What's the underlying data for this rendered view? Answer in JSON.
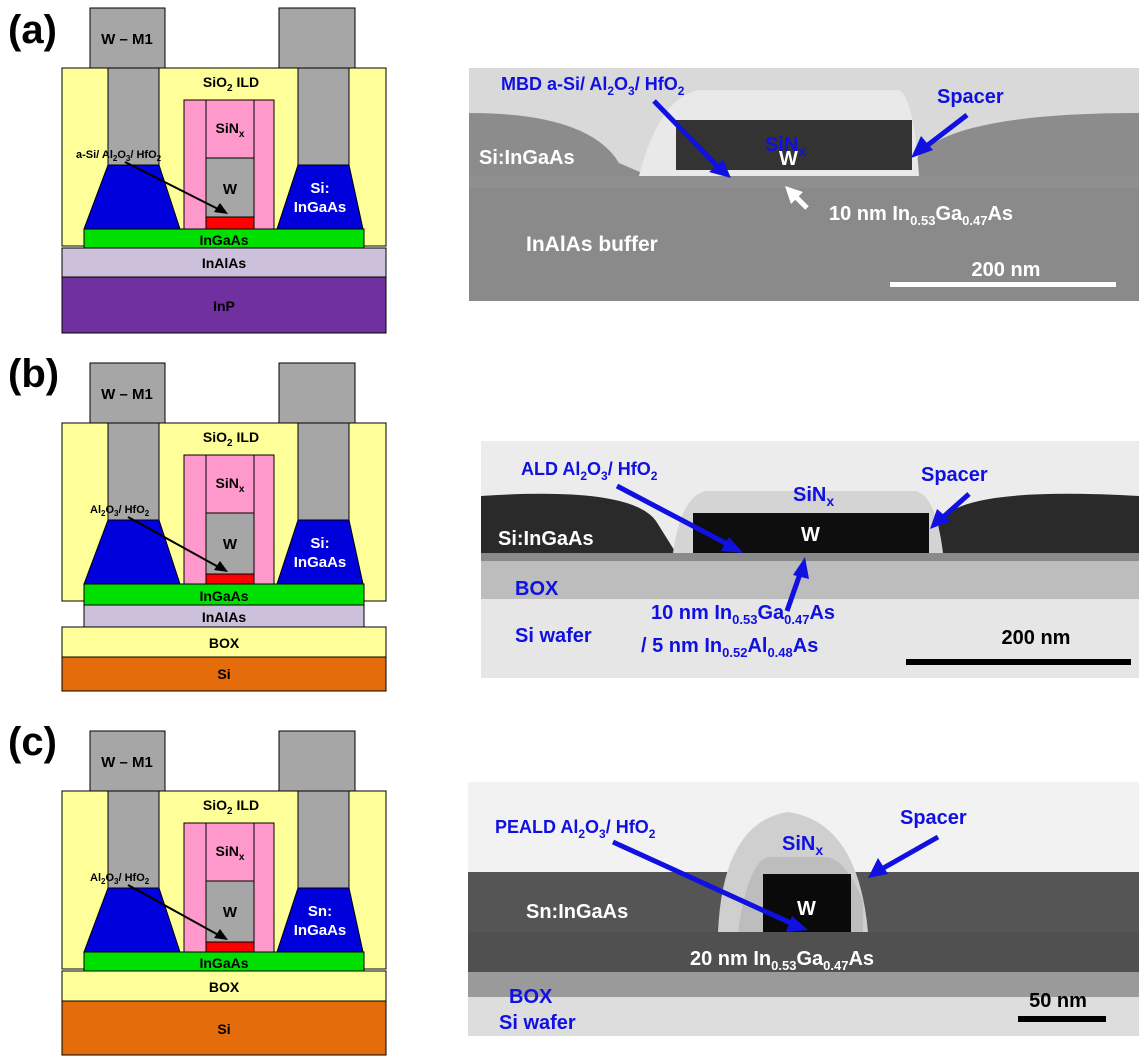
{
  "panels": [
    {
      "label": "(a)",
      "schematic": {
        "metal_label": "W – M1",
        "ild": "SiO",
        "ild_sub": "2",
        "ild_tail": " ILD",
        "cap": "SiN",
        "cap_sub": "x",
        "gate": "W",
        "sd_line1": "Si:",
        "sd_line2": "InGaAs",
        "dielectric_parts": [
          "a-Si/ Al",
          "2",
          "O",
          "3",
          "/ HfO",
          "2"
        ],
        "channel": "InGaAs",
        "layers": [
          "InAlAs",
          "InP"
        ]
      },
      "tem": {
        "dielectric_parts": [
          "MBD a-Si/ Al",
          "2",
          "O",
          "3",
          "/ HfO",
          "2"
        ],
        "spacer": "Spacer",
        "cap": "SiN",
        "cap_sub": "x",
        "gate": "W",
        "sd": "Si:InGaAs",
        "buffer": "InAlAs buffer",
        "channel_parts": [
          "10 nm In",
          "0.53",
          "Ga",
          "0.47",
          "As"
        ],
        "scale": "200 nm"
      }
    },
    {
      "label": "(b)",
      "schematic": {
        "metal_label": "W – M1",
        "ild": "SiO",
        "ild_sub": "2",
        "ild_tail": " ILD",
        "cap": "SiN",
        "cap_sub": "x",
        "gate": "W",
        "sd_line1": "Si:",
        "sd_line2": "InGaAs",
        "dielectric_parts": [
          "Al",
          "2",
          "O",
          "3",
          "/ HfO",
          "2"
        ],
        "channel": "InGaAs",
        "layers": [
          "InAlAs",
          "BOX",
          "Si"
        ]
      },
      "tem": {
        "dielectric_parts": [
          "ALD Al",
          "2",
          "O",
          "3",
          "/ HfO",
          "2"
        ],
        "spacer": "Spacer",
        "cap": "SiN",
        "cap_sub": "x",
        "gate": "W",
        "sd": "Si:InGaAs",
        "box": "BOX",
        "wafer": "Si wafer",
        "channel_parts": [
          "10 nm In",
          "0.53",
          "Ga",
          "0.47",
          "As"
        ],
        "channel2_parts": [
          "/ 5 nm In",
          "0.52",
          "Al",
          "0.48",
          "As"
        ],
        "scale": "200 nm"
      }
    },
    {
      "label": "(c)",
      "schematic": {
        "metal_label": "W – M1",
        "ild": "SiO",
        "ild_sub": "2",
        "ild_tail": " ILD",
        "cap": "SiN",
        "cap_sub": "x",
        "gate": "W",
        "sd_line1": "Sn:",
        "sd_line2": "InGaAs",
        "dielectric_parts": [
          "Al",
          "2",
          "O",
          "3",
          "/ HfO",
          "2"
        ],
        "channel": "InGaAs",
        "layers": [
          "BOX",
          "Si"
        ]
      },
      "tem": {
        "dielectric_parts": [
          "PEALD Al",
          "2",
          "O",
          "3",
          "/ HfO",
          "2"
        ],
        "spacer": "Spacer",
        "cap": "SiN",
        "cap_sub": "x",
        "gate": "W",
        "sd": "Sn:InGaAs",
        "box": "BOX",
        "wafer": "Si wafer",
        "channel_parts": [
          "20 nm In",
          "0.53",
          "Ga",
          "0.47",
          "As"
        ],
        "scale": "50 nm"
      }
    }
  ],
  "colors": {
    "ild": "#ffff99",
    "metal": "#a6a6a6",
    "sd": "#0000dd",
    "spacer": "#ff99cc",
    "gate_red": "#ff0000",
    "channel": "#00e000",
    "inalas": "#ccc0da",
    "inp": "#7030a0",
    "si": "#e46c0a",
    "box": "#ffff99"
  }
}
